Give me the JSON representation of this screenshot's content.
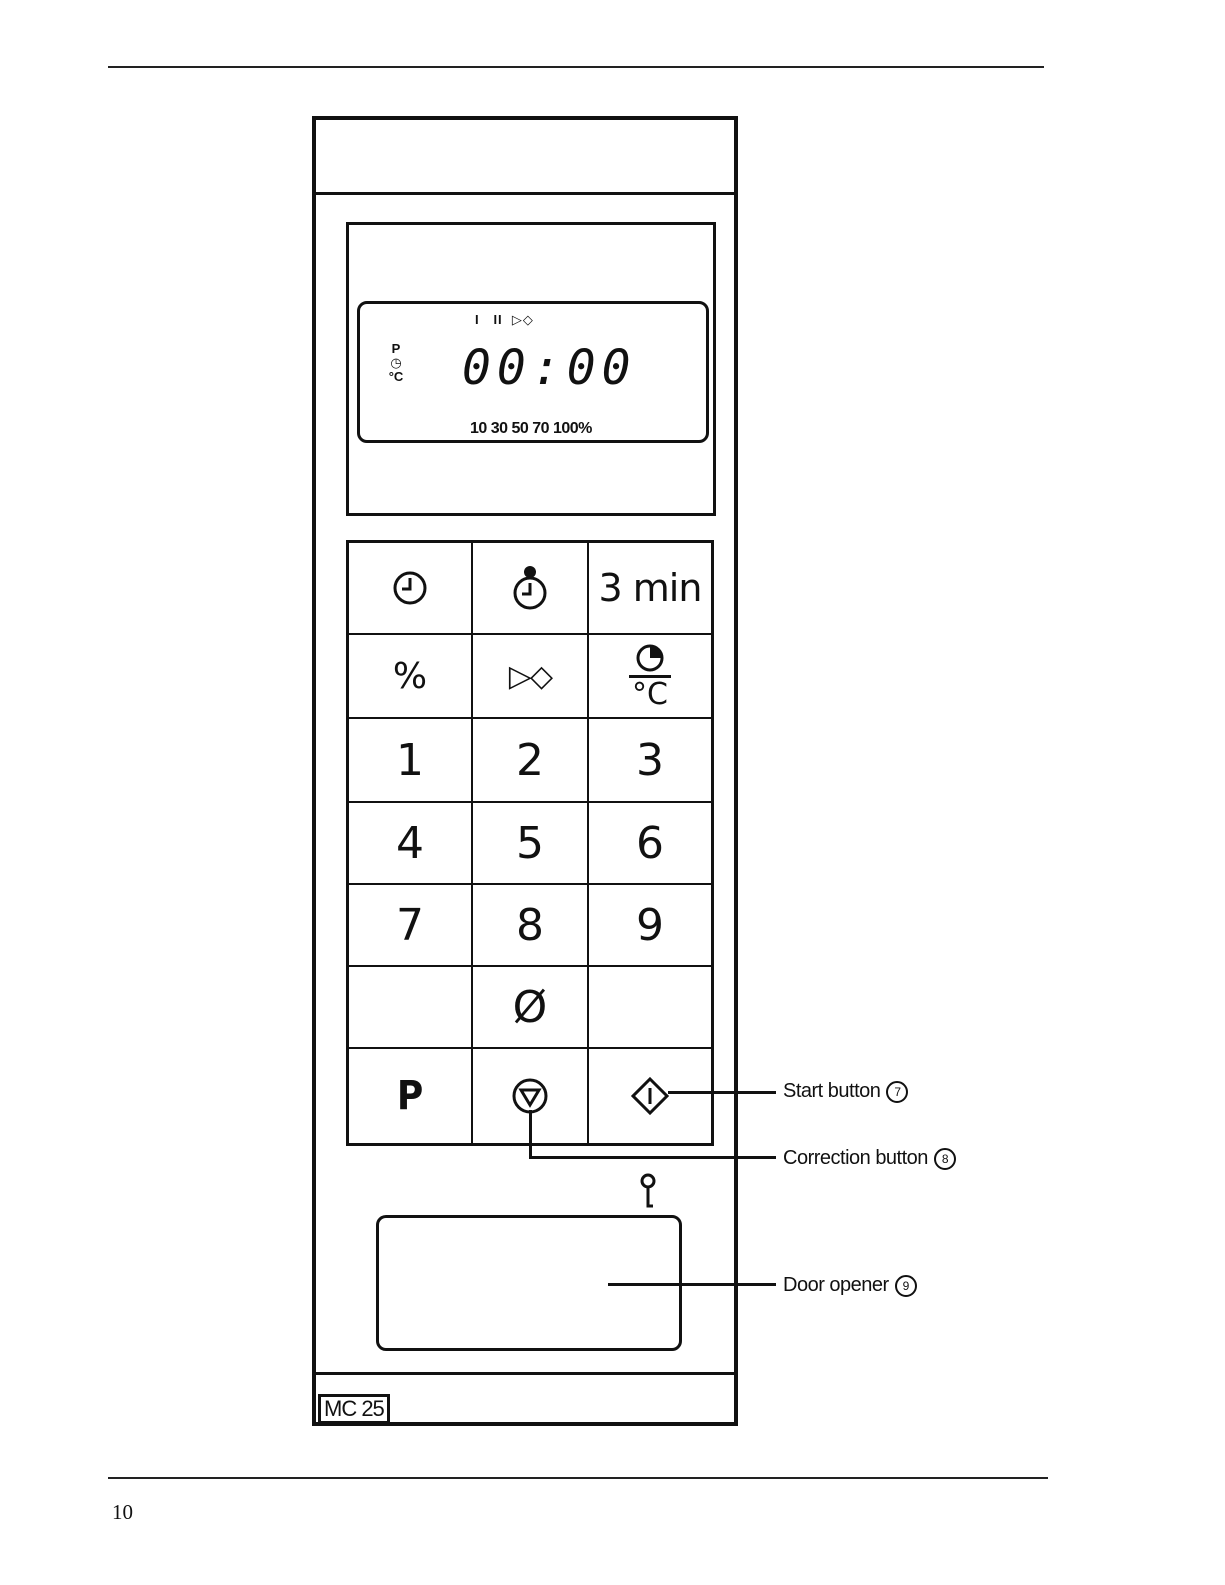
{
  "page_number": "10",
  "display": {
    "indicators": "I   II  ▷◇",
    "left_indicators": [
      "P",
      "◷",
      "°C"
    ],
    "time": "00:00",
    "power_levels": "10 30 50 70 100%"
  },
  "keypad": {
    "rows": [
      [
        "clock-icon",
        "timer-icon",
        "3 min"
      ],
      [
        "%",
        "▷◇",
        "°C"
      ],
      [
        "1",
        "2",
        "3"
      ],
      [
        "4",
        "5",
        "6"
      ],
      [
        "7",
        "8",
        "9"
      ],
      [
        "",
        "Ø",
        ""
      ],
      [
        "P",
        "stop-icon",
        "start-icon"
      ]
    ]
  },
  "model": "MC 25",
  "callouts": {
    "start": {
      "label": "Start button",
      "number": "7"
    },
    "correction": {
      "label": "Correction button",
      "number": "8"
    },
    "door": {
      "label": "Door opener",
      "number": "9"
    }
  }
}
